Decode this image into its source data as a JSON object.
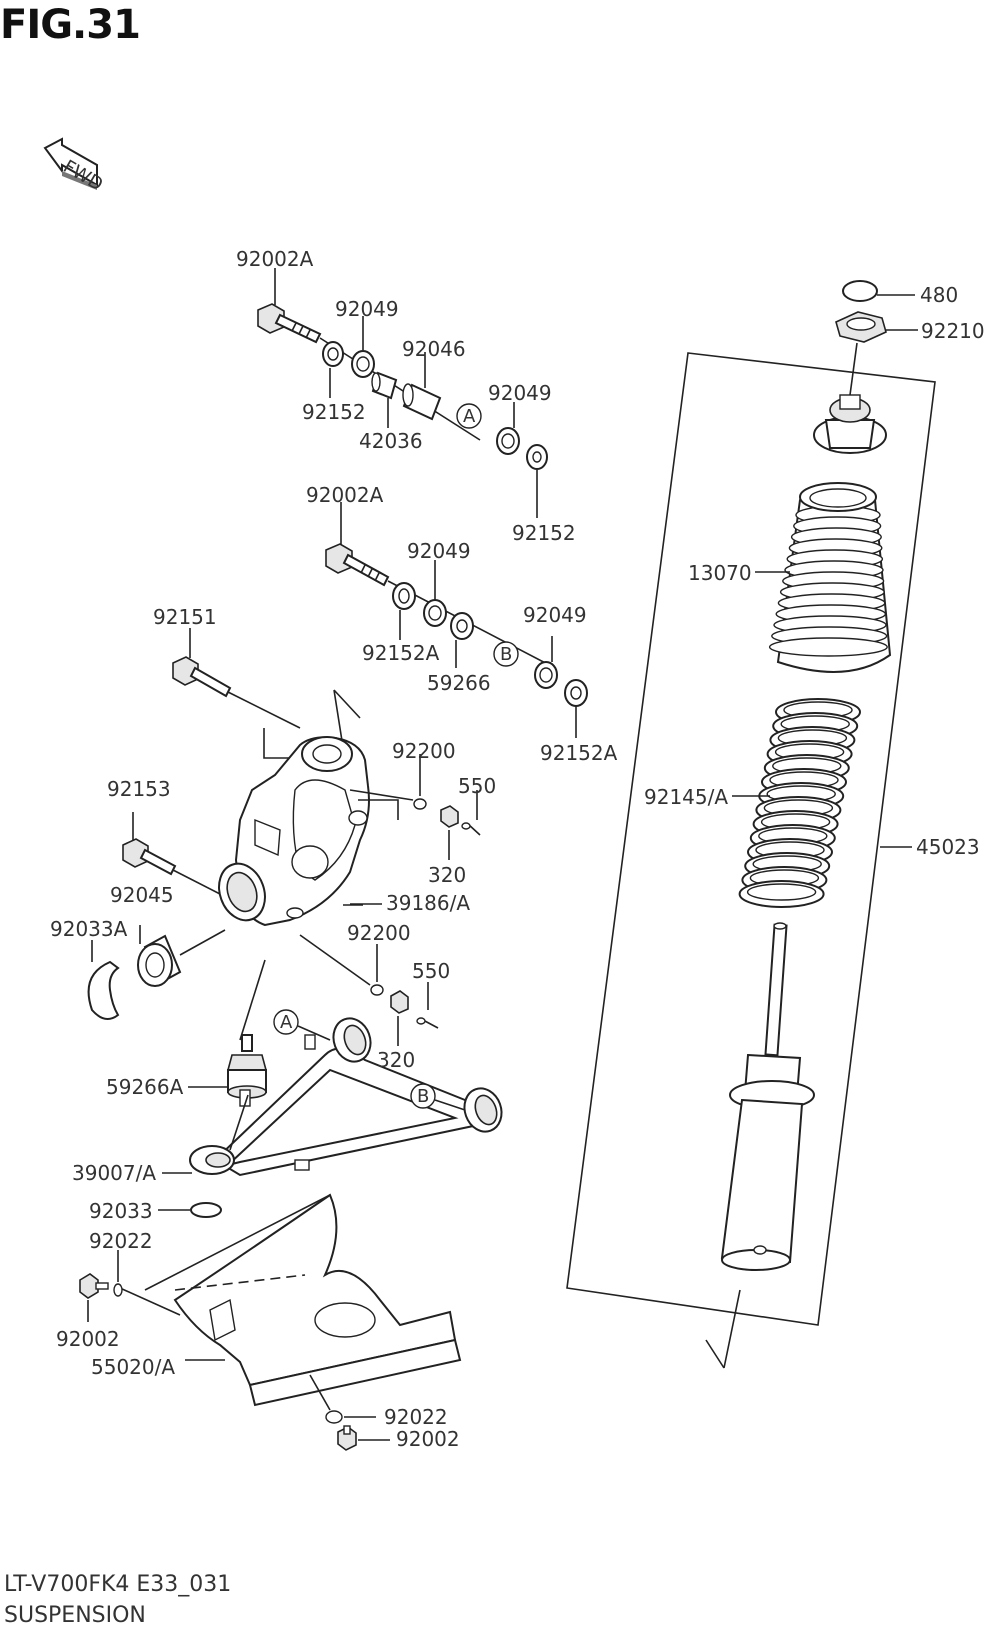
{
  "figure": {
    "title": "FIG.31",
    "footer_code": "LT-V700FK4 E33_031",
    "footer_name": "SUSPENSION",
    "fwd_label": "FWD"
  },
  "callouts": {
    "p92002A_top": "92002A",
    "p92049_a1": "92049",
    "p92046": "92046",
    "p92152_a": "92152",
    "p42036": "42036",
    "ref_A_top": "A",
    "p92049_a2": "92049",
    "p92152_b": "92152",
    "p92002A_mid": "92002A",
    "p92049_b1": "92049",
    "p92152A_a": "92152A",
    "p59266": "59266",
    "ref_B_top": "B",
    "p92049_b2": "92049",
    "p92152A_b": "92152A",
    "p92151": "92151",
    "p92200_a": "92200",
    "p550_a": "550",
    "p320_a": "320",
    "p92153": "92153",
    "p92045": "92045",
    "p92033A": "92033A",
    "p39186A": "39186/A",
    "p92200_b": "92200",
    "p550_b": "550",
    "p320_b": "320",
    "ref_A_low": "A",
    "ref_B_low": "B",
    "p59266A": "59266A",
    "p39007A": "39007/A",
    "p92033": "92033",
    "p92022_a": "92022",
    "p92002_a": "92002",
    "p55020A": "55020/A",
    "p92022_b": "92022",
    "p92002_b": "92002",
    "p480": "480",
    "p92210": "92210",
    "p13070": "13070",
    "p92145A": "92145/A",
    "p45023": "45023"
  }
}
